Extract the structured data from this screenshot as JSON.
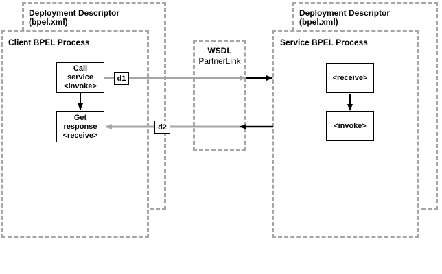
{
  "left_descriptor": {
    "title": "Deployment Descriptor",
    "file": "(bpel.xml)"
  },
  "right_descriptor": {
    "title": "Deployment Descriptor",
    "file": "(bpel.xml)"
  },
  "client_process": {
    "title": "Client BPEL Process",
    "call_box": {
      "line1": "Call",
      "line2": "service",
      "line3": "<invoke>"
    },
    "response_box": {
      "line1": "Get",
      "line2": "response",
      "line3": "<receive>"
    }
  },
  "wsdl": {
    "title": "WSDL",
    "subtitle": "PartnerLink"
  },
  "service_process": {
    "title": "Service BPEL Process",
    "receive_box": {
      "label": "<receive>"
    },
    "invoke_box": {
      "label": "<invoke>"
    }
  },
  "document_tags": {
    "d1": "d1",
    "d2": "d2"
  }
}
